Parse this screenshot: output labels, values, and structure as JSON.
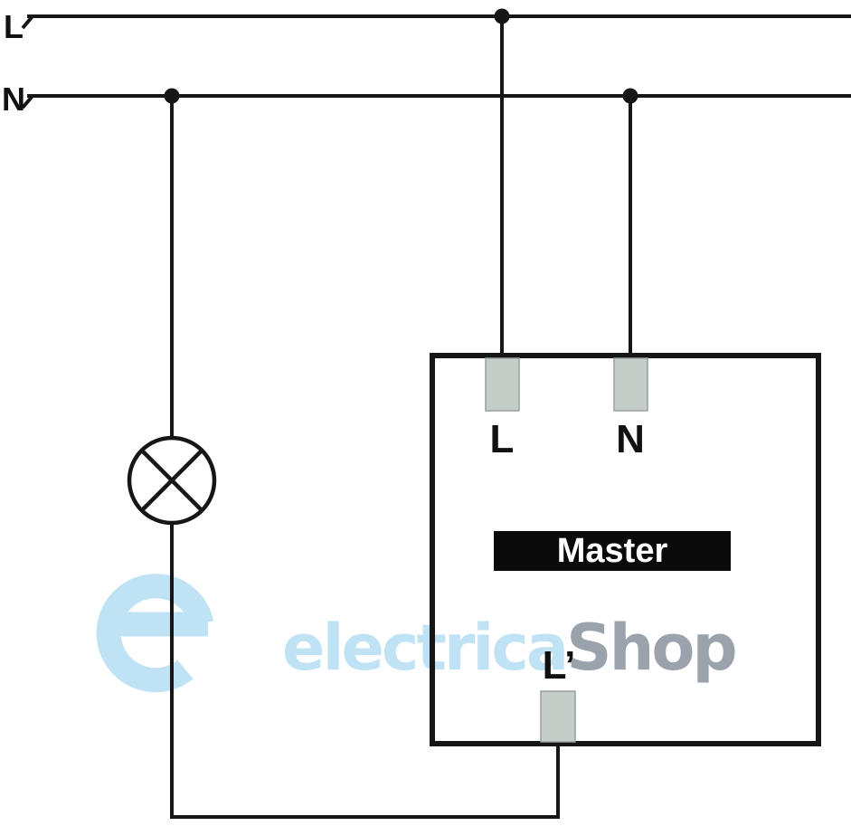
{
  "labels": {
    "supply_l": "L",
    "supply_n": "N",
    "terminal_l": "L",
    "terminal_n": "N",
    "terminal_l_out": "L’",
    "device_name": "Master"
  },
  "watermark": {
    "primary": "electrica",
    "secondary": "Shop"
  },
  "colors": {
    "wire": "#161616",
    "terminal_fill": "#c5cdc9",
    "device_name_bg": "#0a0a0a",
    "device_name_text": "#ffffff",
    "watermark_blue": "#bfe3f5",
    "watermark_gray": "#9aa2ab",
    "background": "#ffffff"
  }
}
